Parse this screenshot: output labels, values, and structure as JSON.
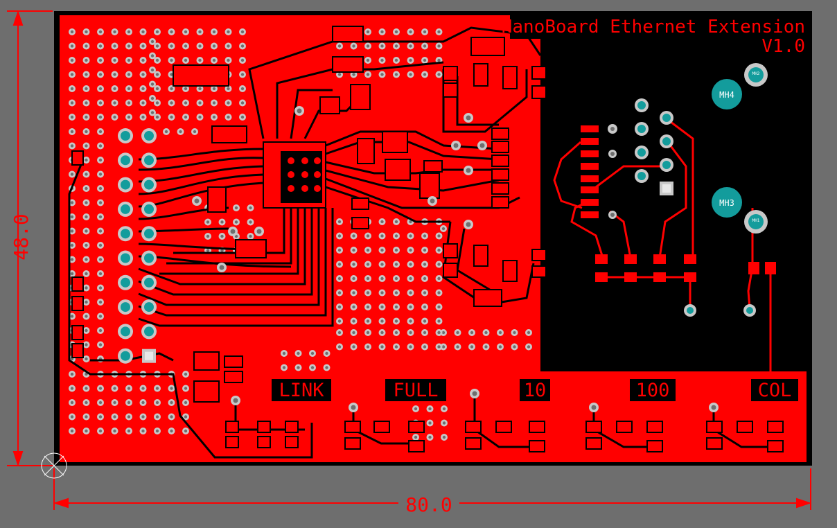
{
  "board": {
    "title": "NanoBoard Ethernet Extension",
    "version": "V1.0",
    "dimension_height": "48.0",
    "dimension_width": "80.0",
    "silk_labels": {
      "link": "LINK",
      "full": "FULL",
      "ten": "10",
      "hundred": "100",
      "col": "COL"
    },
    "mounting_holes": {
      "mh1": "MH1",
      "mh2": "MH2",
      "mh3": "MH3",
      "mh4": "MH4"
    }
  },
  "colors": {
    "background": "#6e6e6e",
    "board_outline": "#000000",
    "copper": "#ff0000",
    "trace_gap": "#000000",
    "pad_teal": "#139c9c",
    "via_ring": "#c8c8c8",
    "dimension": "#ff0000"
  }
}
